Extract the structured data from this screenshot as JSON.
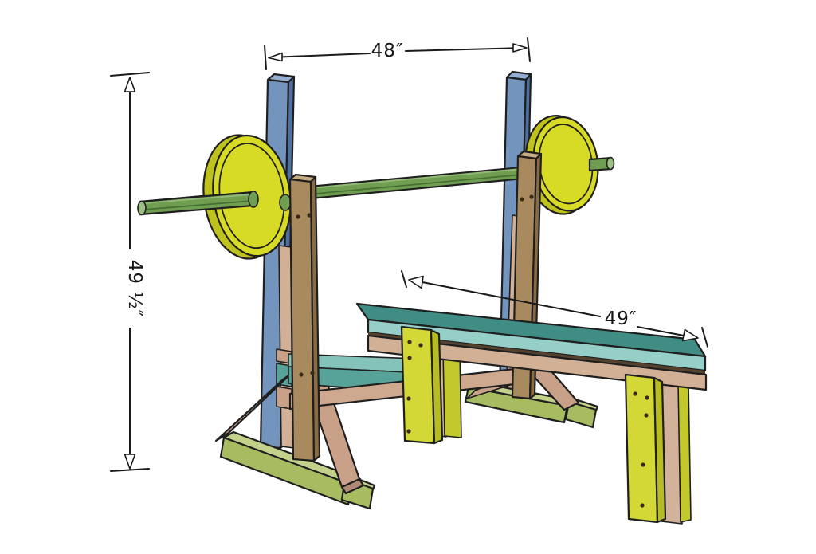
{
  "diagram": {
    "type": "woodworking-plan",
    "subject": "DIY bench press rack with barbell and bench",
    "background": "#ffffff",
    "annotations": {
      "rack_width": "48″",
      "rack_height": "49 ½″",
      "bench_length": "49″"
    },
    "dimension_style": {
      "ink": "#1a1a1a",
      "arrowheads": "open-triangle",
      "end_ticks": true
    },
    "parts": [
      {
        "id": "upright-left",
        "color": "#7294bd"
      },
      {
        "id": "upright-right",
        "color": "#7294bd"
      },
      {
        "id": "post-left",
        "color": "#a98a5e"
      },
      {
        "id": "post-right",
        "color": "#a98a5e"
      },
      {
        "id": "barbell-bar",
        "color": "#6f9e50"
      },
      {
        "id": "plate-left",
        "color": "#d8db26"
      },
      {
        "id": "plate-right",
        "color": "#d8db26"
      },
      {
        "id": "base-left",
        "color": "#a7bb61"
      },
      {
        "id": "base-right",
        "color": "#a7bb61"
      },
      {
        "id": "brace-left",
        "color": "#c9a189"
      },
      {
        "id": "brace-right",
        "color": "#c9a189"
      },
      {
        "id": "stretcher-teal",
        "color": "#57a39a"
      },
      {
        "id": "stretcher-pink",
        "color": "#cfa98f"
      },
      {
        "id": "bench-top",
        "color": "#3f8d84"
      },
      {
        "id": "bench-rail",
        "color": "#d2b096"
      },
      {
        "id": "bench-legs",
        "color": "#d3d837"
      }
    ]
  }
}
